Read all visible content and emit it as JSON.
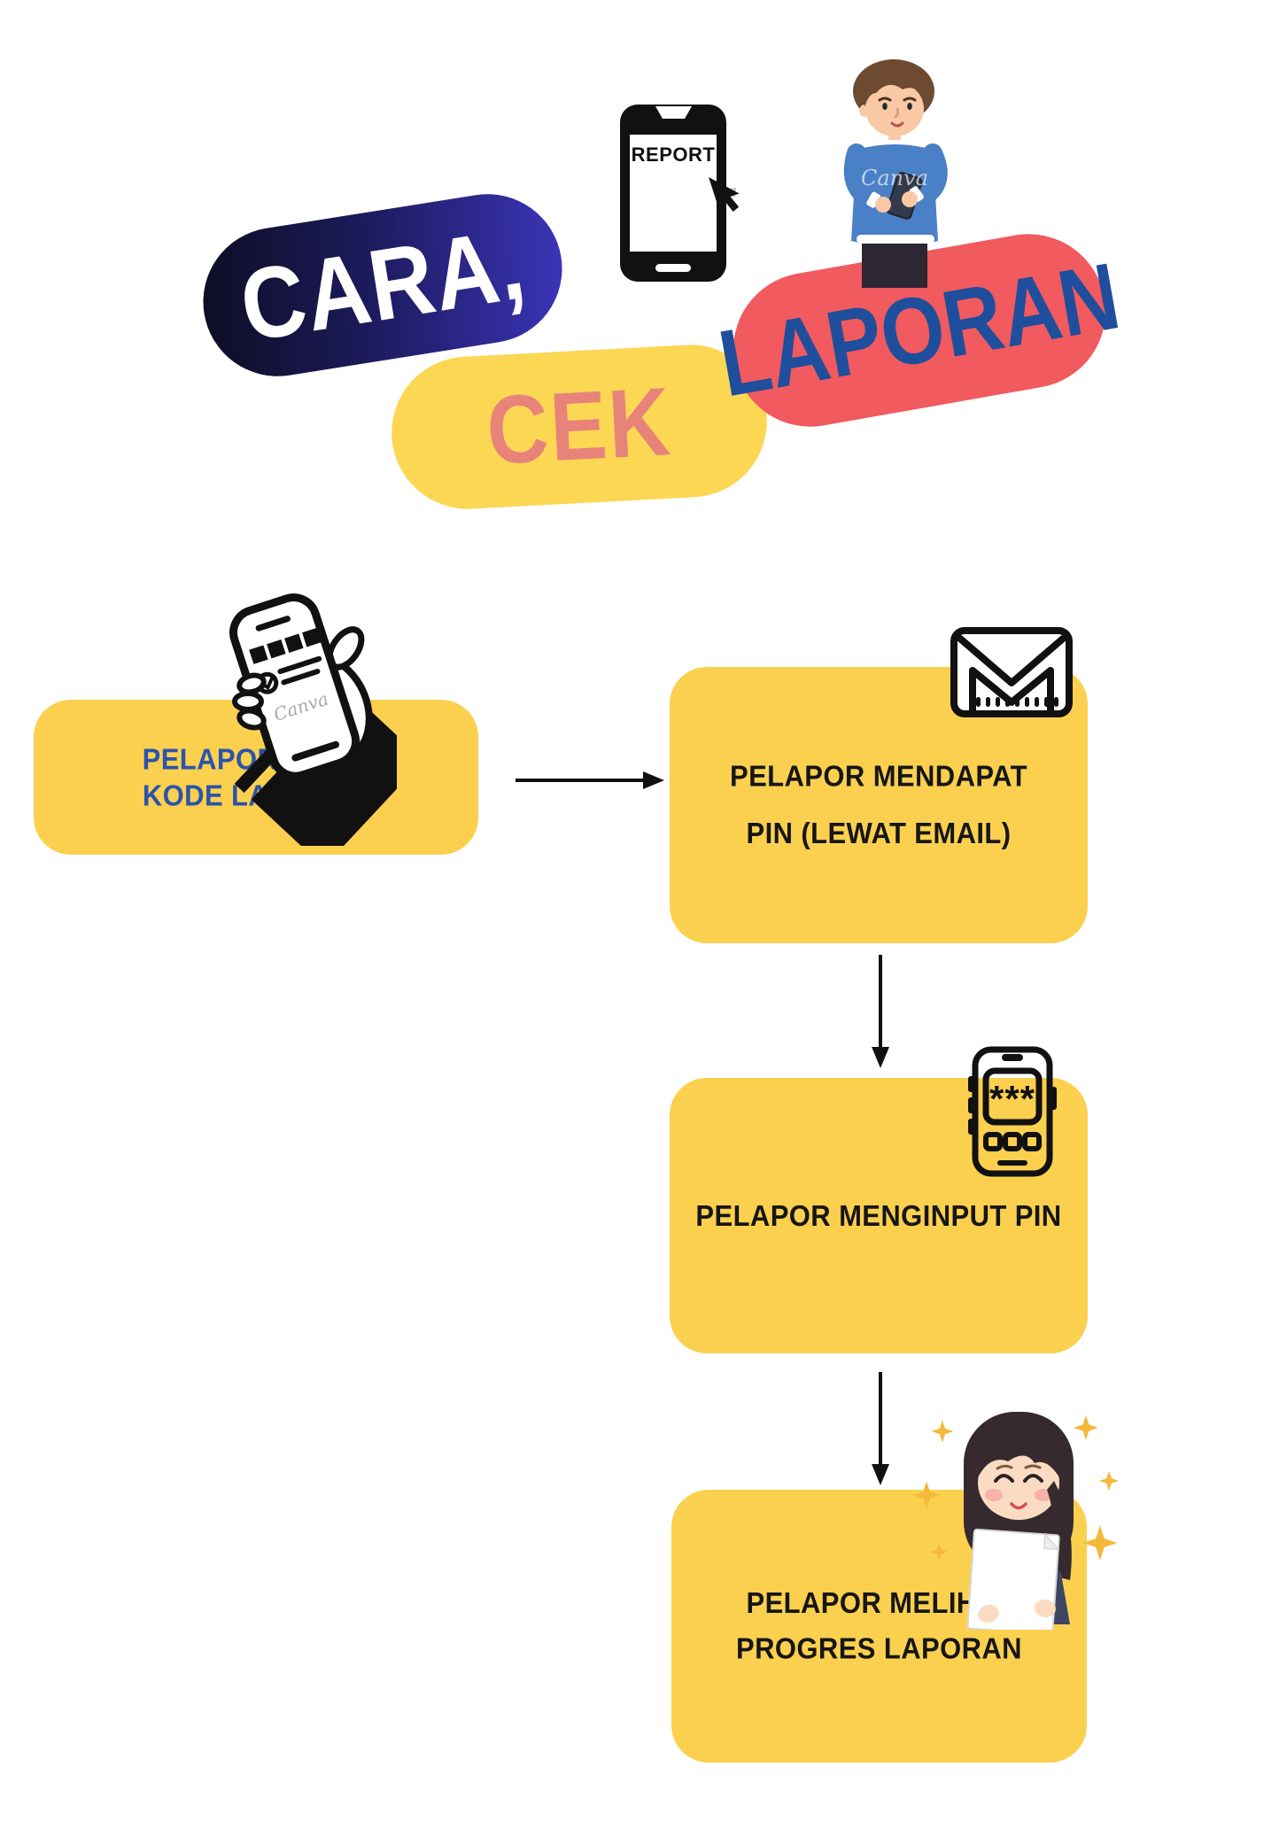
{
  "title": {
    "cara": "CARA,",
    "cek": "CEK",
    "laporan": "LAPORAN"
  },
  "hero": {
    "phone_screen_label": "REPORT",
    "cursor_watermark": "va",
    "person_watermark": "Canva",
    "phone_icon": "smartphone-report-cursor-icon",
    "person_illustration": "man-using-smartphone"
  },
  "flow": {
    "step1": {
      "line1": "PELAPOR INPUT",
      "line2": "KODE LAPORAN",
      "icon": "hand-holding-phone",
      "watermark": "Canva"
    },
    "step2": {
      "line1": "PELAPOR MENDAPAT",
      "line2": "PIN (LEWAT EMAIL)",
      "icon": "email-envelope"
    },
    "step3": {
      "line1": "PELAPOR MENGINPUT PIN",
      "pin_text": "***",
      "icon": "phone-pin-entry"
    },
    "step4": {
      "line1": "PELAPOR MELIHAT",
      "line2": "PROGRES LAPORAN",
      "icon": "girl-reading-report"
    }
  },
  "colors": {
    "background": "#FFFFFF",
    "box_yellow": "#FBD04F",
    "pill_yellow": "#FCD754",
    "pill_red": "#F15A5E",
    "pill_navy_start": "#0D0D22",
    "pill_navy_end": "#3C35BB",
    "step1_text_blue": "#2B54AA",
    "laporan_text_blue": "#1F4E9C",
    "cek_text_coral": "#E8837A",
    "text_black": "#161616",
    "arrow_black": "#111111",
    "sparkle_yellow": "#F4B93B"
  }
}
